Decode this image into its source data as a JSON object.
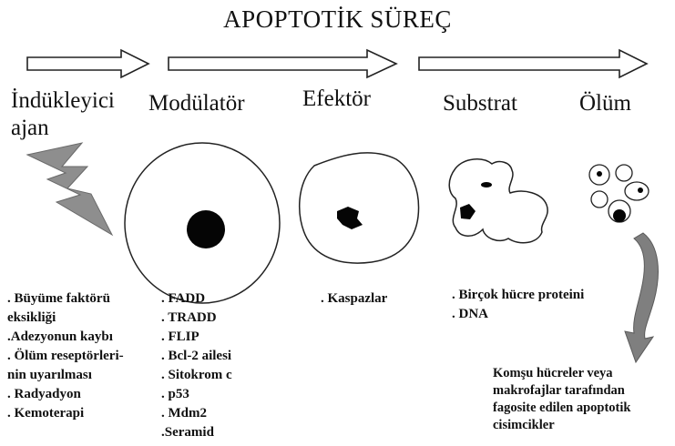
{
  "title": "APOPTOTİK SÜREÇ",
  "stages": {
    "inducer_line1": "İndükleyici",
    "inducer_line2": "ajan",
    "modulator": "Modülatör",
    "effector": "Efektör",
    "substrate": "Substrat",
    "death": "Ölüm"
  },
  "inducers": [
    ". Büyüme faktörü",
    "eksikliği",
    ".Adezyonun kaybı",
    ". Ölüm reseptörleri-",
    "nin uyarılması",
    ". Radyadyon",
    ". Kemoterapi"
  ],
  "modulators": [
    ". FADD",
    ". TRADD",
    ". FLIP",
    ". Bcl-2 ailesi",
    ". Sitokrom c",
    ". p53",
    ". Mdm2",
    ".Seramid"
  ],
  "effectors": [
    ". Kaspazlar"
  ],
  "substrates": [
    ". Birçok hücre proteini",
    ". DNA"
  ],
  "death_note": [
    "Komşu hücreler veya",
    "makrofajlar tarafından",
    "fagosite edilen apoptotik",
    "cisimcikler"
  ]
}
